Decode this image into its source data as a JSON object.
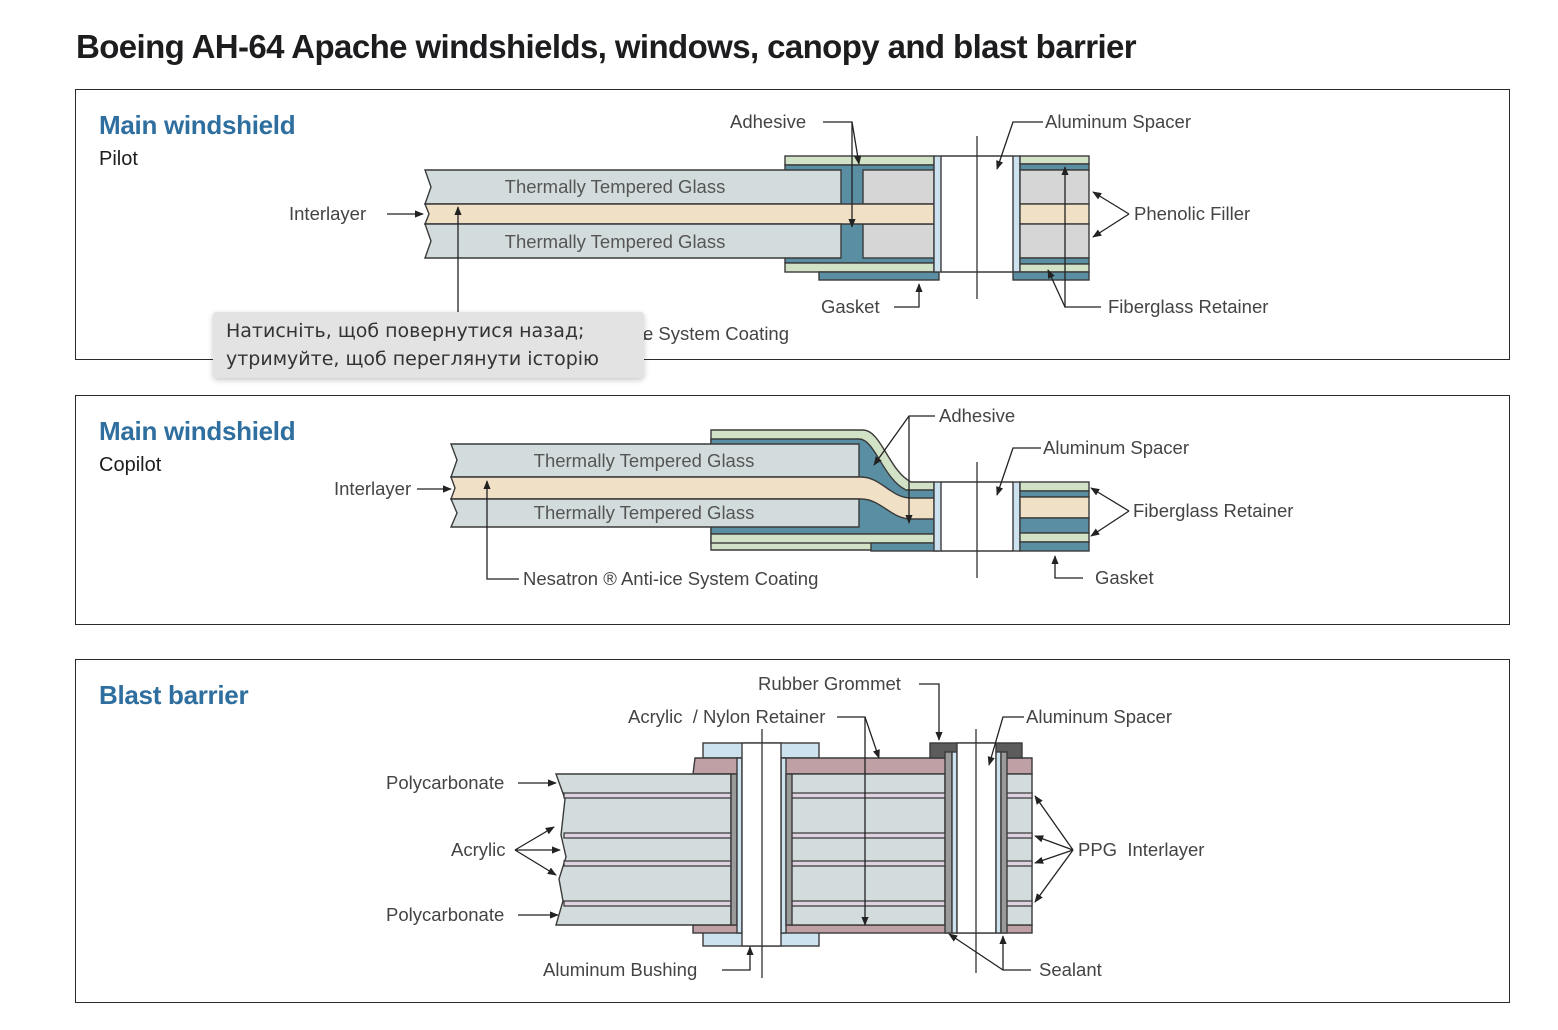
{
  "page": {
    "title": "Boeing AH-64 Apache windshields, windows, canopy and blast barrier"
  },
  "colors": {
    "title_blue": "#2f6f9f",
    "glass": "#d3dcdd",
    "interlayer": "#f0e0c6",
    "adhesive_teal": "#5a8fa3",
    "fiberglass_green": "#d2e2c6",
    "phenolic_gray": "#d6d6d6",
    "spacer_blue": "#cde2ef",
    "acrylic_nylon_mauve": "#bfa0a4",
    "ppg_interlayer": "#ddd2df",
    "rubber_grommet": "#5c5c5c",
    "sealant_gray": "#9a9a9a"
  },
  "panels": [
    {
      "title": "Main windshield",
      "subtitle": "Pilot",
      "glass_labels": [
        "Thermally Tempered Glass",
        "Thermally Tempered Glass"
      ],
      "callouts": {
        "adhesive": "Adhesive",
        "aluminum_spacer": "Aluminum Spacer",
        "interlayer": "Interlayer",
        "phenolic_filler": "Phenolic Filler",
        "gasket": "Gasket",
        "fiberglass_retainer": "Fiberglass Retainer",
        "coating_visible": "e System Coating"
      }
    },
    {
      "title": "Main windshield",
      "subtitle": "Copilot",
      "glass_labels": [
        "Thermally Tempered Glass",
        "Thermally Tempered Glass"
      ],
      "callouts": {
        "adhesive": "Adhesive",
        "aluminum_spacer": "Aluminum Spacer",
        "interlayer": "Interlayer",
        "fiberglass_retainer": "Fiberglass Retainer",
        "gasket": "Gasket",
        "coating": "Nesatron ® Anti-ice System Coating"
      }
    },
    {
      "title": "Blast barrier",
      "callouts": {
        "rubber_grommet": "Rubber Grommet",
        "acrylic_nylon_retainer": "Acrylic  / Nylon Retainer",
        "aluminum_spacer": "Aluminum Spacer",
        "polycarbonate_top": "Polycarbonate",
        "acrylic": "Acrylic",
        "polycarbonate_bottom": "Polycarbonate",
        "ppg_interlayer": "PPG  Interlayer",
        "aluminum_bushing": "Aluminum Bushing",
        "sealant": "Sealant"
      }
    }
  ],
  "tooltip": {
    "line1": "Натисніть, щоб повернутися назад;",
    "line2": "утримуйте, щоб переглянути історію"
  }
}
